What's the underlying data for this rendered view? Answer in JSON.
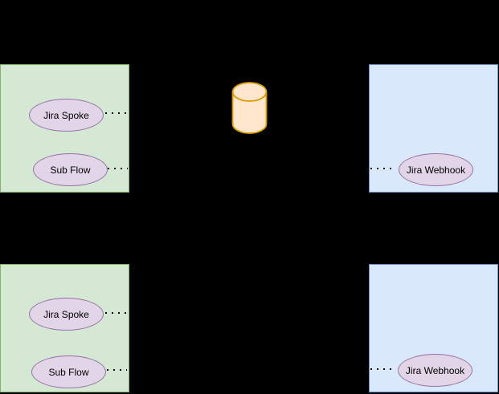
{
  "diagram": {
    "background_color": "#000000",
    "containers": {
      "top_left": {
        "fill": "#d5e8d4",
        "stroke": "#82b366",
        "nodes": [
          {
            "label": "Jira Spoke"
          },
          {
            "label": "Sub Flow"
          }
        ]
      },
      "top_right": {
        "fill": "#dae8fc",
        "stroke": "#6c8ebf",
        "nodes": [
          {
            "label": "Jira Webhook"
          }
        ]
      },
      "bottom_left": {
        "fill": "#d5e8d4",
        "stroke": "#82b366",
        "nodes": [
          {
            "label": "Jira Spoke"
          },
          {
            "label": "Sub Flow"
          }
        ]
      },
      "bottom_right": {
        "fill": "#dae8fc",
        "stroke": "#6c8ebf",
        "nodes": [
          {
            "label": "Jira Webhook"
          }
        ]
      }
    },
    "node_style": {
      "fill": "#e1d5e7",
      "stroke": "#9673a6",
      "text_color": "#000000"
    },
    "database": {
      "shape": "cylinder",
      "fill": "#ffe6cc",
      "stroke": "#d79b00"
    },
    "connector_style": {
      "type": "dotted",
      "color": "#000000"
    }
  }
}
